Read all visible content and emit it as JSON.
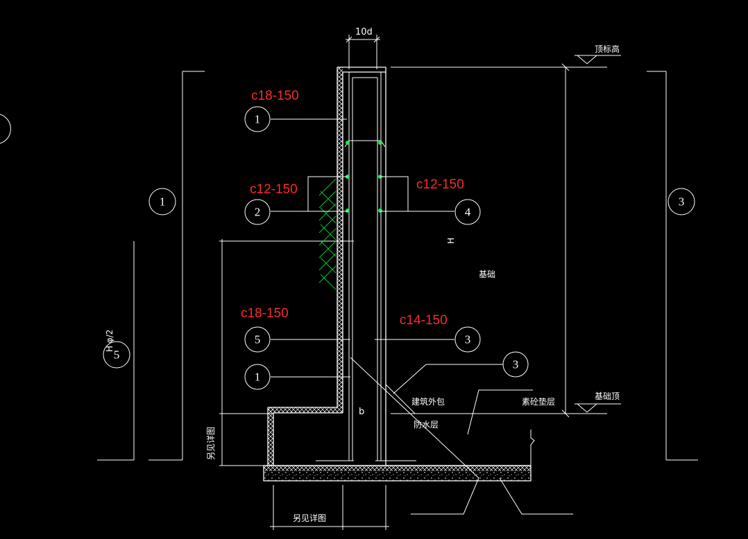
{
  "drawing": {
    "colors": {
      "background": "#000000",
      "linework": "#ffffff",
      "rebar_label": "#ff2a2a",
      "rebar_dot": "#22ee44",
      "soil_hatch": "#00cc33"
    },
    "rebar_labels": [
      {
        "id": "rebar-1-top",
        "text": "c18-150"
      },
      {
        "id": "rebar-2",
        "text": "c12-150"
      },
      {
        "id": "rebar-4",
        "text": "c12-150"
      },
      {
        "id": "rebar-5",
        "text": "c18-150"
      },
      {
        "id": "rebar-3",
        "text": "c14-150"
      }
    ],
    "bubbles": {
      "b1": "1",
      "b2": "2",
      "b4": "4",
      "b5": "5",
      "b3": "3",
      "b3b": "3",
      "b1b": "1",
      "b1left": "1",
      "b3right": "3",
      "b5left": "5"
    },
    "texts": {
      "dim_10d": "10d",
      "top_elev": "顶标高",
      "base_top": "基础顶",
      "foundation": "基础",
      "H": "H",
      "H_half": "H φ/2",
      "b": "b",
      "building_wrap": "建筑外包",
      "waterproof": "防水层",
      "plain_concrete": "素砼垫层",
      "see_detail_bottom": "另见详图",
      "see_detail_left": "另见详图"
    }
  }
}
